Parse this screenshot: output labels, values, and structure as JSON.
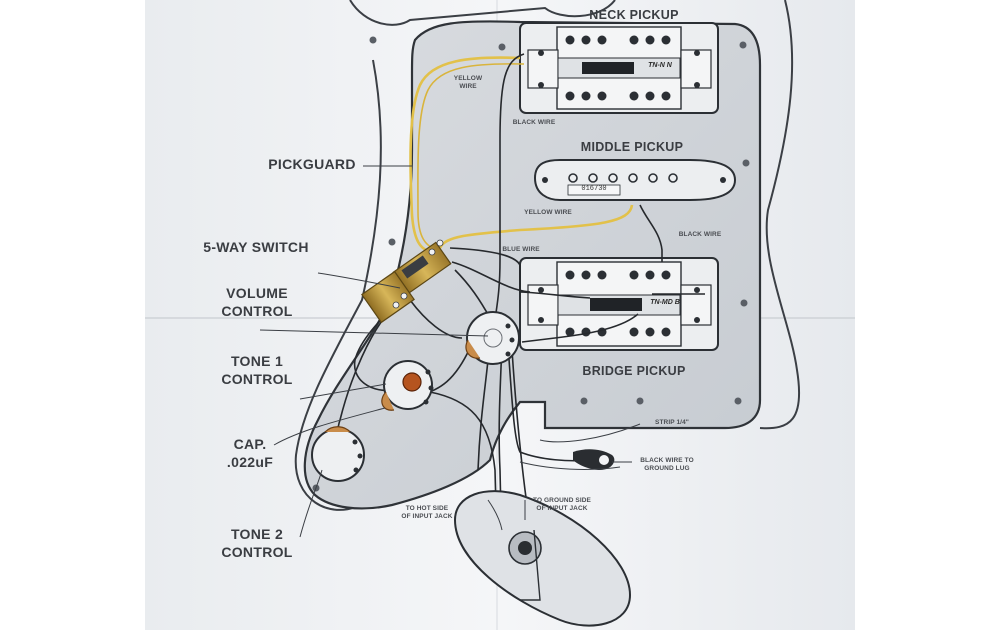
{
  "labels": {
    "neck_pickup": "NECK PICKUP",
    "middle_pickup": "MIDDLE PICKUP",
    "bridge_pickup": "BRIDGE PICKUP",
    "pickguard": "PICKGUARD",
    "five_way_switch": "5-WAY SWITCH",
    "volume_control": "VOLUME\nCONTROL",
    "tone1_control": "TONE 1\nCONTROL",
    "cap": "CAP.\n.022uF",
    "tone2_control": "TONE 2\nCONTROL",
    "yellow_wire_top": "YELLOW\nWIRE",
    "black_wire_top": "BLACK WIRE",
    "yellow_wire_mid": "YELLOW WIRE",
    "black_wire_mid": "BLACK WIRE",
    "blue_wire": "BLUE WIRE",
    "strip": "STRIP 1/4\"",
    "black_wire_ground": "BLACK WIRE TO\nGROUND LUG",
    "hot_side": "TO HOT SIDE\nOF INPUT JACK",
    "ground_side": "TO GROUND SIDE\nOF INPUT JACK",
    "neck_code": "TN-N N",
    "bridge_code": "TN-MD B",
    "middle_serial": "016730"
  },
  "colors": {
    "paper": "#f2f3f5",
    "pickguard": "#cfd3d8",
    "outline": "#3b3f45",
    "yellow_wire": "#e2c14a",
    "gold_switch": "#b8953a",
    "tone_knob": "#b5541f"
  }
}
